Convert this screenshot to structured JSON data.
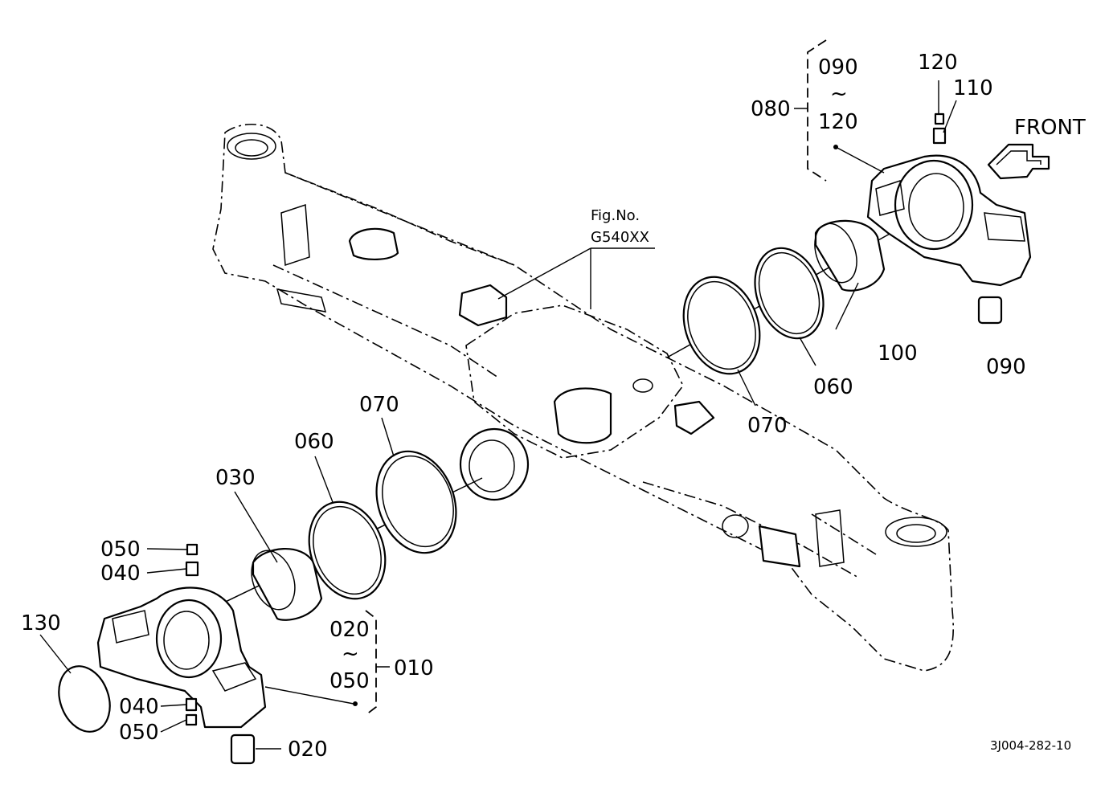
{
  "figure_ref": {
    "line1": "Fig.No.",
    "line2": "G540XX"
  },
  "front_label": "FRONT",
  "drawing_code": "3J004-282-10",
  "labels": {
    "p050_top": "050",
    "p040_top": "040",
    "p130": "130",
    "p040_bottom": "040",
    "p050_bottom": "050",
    "p020": "020",
    "p030": "030",
    "p060_left": "060",
    "p070_left": "070",
    "p070_right": "070",
    "p060_right": "060",
    "p100": "100",
    "p090": "090",
    "p110": "110",
    "p120": "120"
  },
  "group_010": {
    "from": "020",
    "tilde": "~",
    "to": "050",
    "id": "010"
  },
  "group_080": {
    "from": "090",
    "tilde": "~",
    "to": "120",
    "id": "080"
  }
}
